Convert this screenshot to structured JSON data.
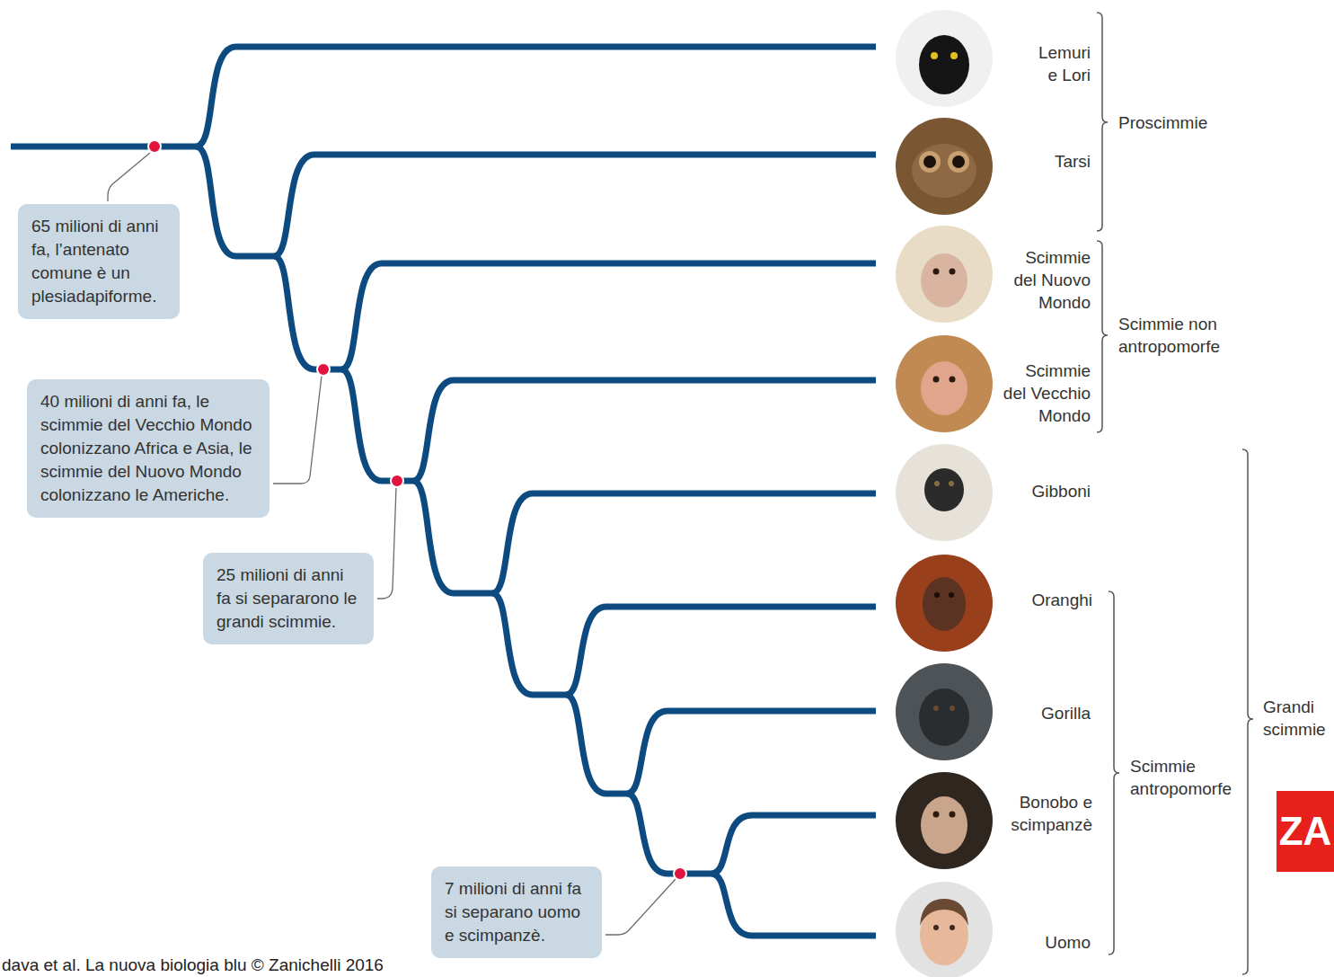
{
  "diagram": {
    "nodes": [
      {
        "text": [
          "65 milioni di anni fa, l’antenato comune è un plesiadapiforme."
        ]
      },
      {
        "text": [
          "40 milioni di anni fa, le scimmie del Vecchio Mondo colonizzano Africa e Asia, le scimmie del Nuovo Mondo colonizzano le Americhe."
        ]
      },
      {
        "text": [
          "25 milioni di anni fa si separarono le grandi scimmie."
        ]
      },
      {
        "text": [
          "7 milioni di anni fa si separano uomo e scimpanzè."
        ]
      }
    ],
    "labels": [
      "Lemuri e Lori",
      "Tarsi",
      "Scimmie del Nuovo Mondo",
      "Scimmie del Vecchio Mondo",
      "Gibboni",
      "Oranghi",
      "Gorilla",
      "Bonobo e scimpanzè",
      "Uomo",
      "Proscimmie",
      "Scimmie non antropomorfe",
      "Scimmie antropomorfe",
      "Grandi scimmie",
      "dava et al. La nuova biologia blu © Zanichelli 2016",
      "ZA"
    ]
  }
}
